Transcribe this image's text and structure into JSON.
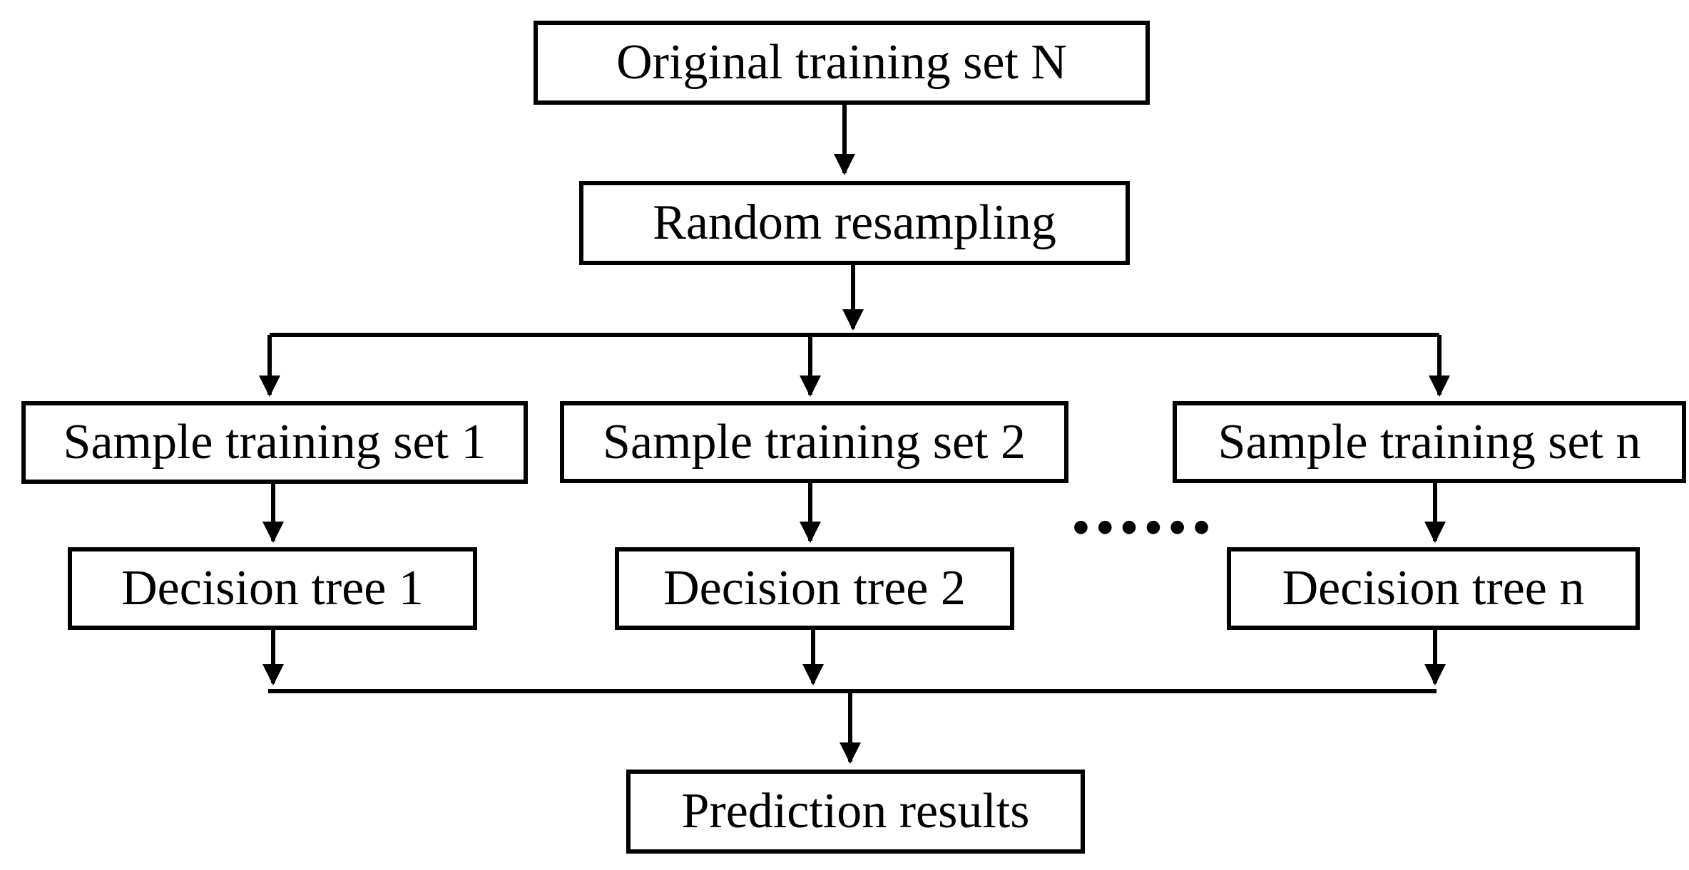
{
  "colors": {
    "line": "#000000",
    "background": "#ffffff",
    "box_fill": "#ffffff",
    "text": "#000000"
  },
  "nodes": {
    "original": {
      "label": "Original training set N"
    },
    "resampling": {
      "label": "Random resampling"
    },
    "sample1": {
      "label": "Sample training set 1"
    },
    "sample2": {
      "label": "Sample training set 2"
    },
    "samplen": {
      "label": "Sample training set n"
    },
    "tree1": {
      "label": "Decision tree 1"
    },
    "tree2": {
      "label": "Decision tree 2"
    },
    "treen": {
      "label": "Decision tree n"
    },
    "prediction": {
      "label": "Prediction results"
    }
  },
  "ellipsis": "......"
}
